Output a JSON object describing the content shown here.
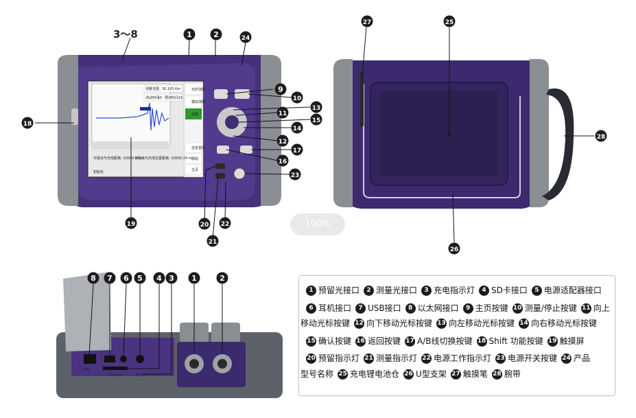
{
  "zoom_badge": "100%",
  "callouts": {
    "c3_8": "3～8",
    "c1": "1",
    "c2": "2",
    "c24": "24",
    "c9": "9",
    "c10": "10",
    "c11": "11",
    "c13": "13",
    "c15": "15",
    "c14": "14",
    "c12": "12",
    "c17": "17",
    "c16": "16",
    "c23": "23",
    "c18": "18",
    "c19": "19",
    "c20": "20",
    "c21": "21",
    "c22": "22",
    "c27": "27",
    "c25": "25",
    "c28": "28",
    "c26": "26",
    "b8": "8",
    "b7": "7",
    "b6": "6",
    "b5": "5",
    "b4": "4",
    "b3": "3",
    "b1": "1",
    "b2": "2"
  },
  "screen": {
    "field1": "测量范围",
    "value1": "30.165 Km",
    "field2": "测试时间",
    "value2": "15",
    "field3": "预测时间",
    "value3": "15",
    "line1": "可疑点与光线距离: 10000.24 m",
    "line2": "可疑点与光线位置距离: 10000.24 m",
    "status": "初始化",
    "side_btn1": "光纤测量",
    "side_btn2": "模拟测量",
    "side_btn3": "设置",
    "side_btn4": "信息查询",
    "side_btn5": "帮助",
    "side_btn6": "主页"
  },
  "panel_labels": {
    "lan": "LAN",
    "sd": "SD Card",
    "dc": "DC IN"
  },
  "legend": [
    [
      {
        "n": "1",
        "t": "预留光接口"
      },
      {
        "n": "2",
        "t": "测量光接口"
      },
      {
        "n": "3",
        "t": "充电指示灯"
      },
      {
        "n": "4",
        "t": "SD卡接口"
      },
      {
        "n": "5",
        "t": "电源适配器接口"
      }
    ],
    [
      {
        "n": "6",
        "t": "耳机接口"
      },
      {
        "n": "7",
        "t": "USB接口"
      },
      {
        "n": "8",
        "t": "以太网接口"
      },
      {
        "n": "9",
        "t": "主页按键"
      },
      {
        "n": "10",
        "t": "测量/停止按键"
      },
      {
        "n": "11",
        "t": "向上"
      }
    ],
    [
      {
        "n": "",
        "t": "移动光标按键"
      },
      {
        "n": "12",
        "t": "向下移动光标按键"
      },
      {
        "n": "13",
        "t": "向左移动光标按键"
      },
      {
        "n": "14",
        "t": "向右移动光标按键"
      }
    ],
    [
      {
        "n": "15",
        "t": "确认按键"
      },
      {
        "n": "16",
        "t": "返回按键"
      },
      {
        "n": "17",
        "t": "A/B线切换按键"
      },
      {
        "n": "18",
        "t": "Shift 功能按键"
      },
      {
        "n": "19",
        "t": "触摸屏"
      }
    ],
    [
      {
        "n": "20",
        "t": "预留指示灯"
      },
      {
        "n": "21",
        "t": "测量指示灯"
      },
      {
        "n": "22",
        "t": "电源工作指示灯"
      },
      {
        "n": "23",
        "t": "电源开关按键"
      },
      {
        "n": "24",
        "t": "产品"
      }
    ],
    [
      {
        "n": "",
        "t": "型号名称"
      },
      {
        "n": "25",
        "t": "充电锂电池仓"
      },
      {
        "n": "26",
        "t": "U型支架"
      },
      {
        "n": "27",
        "t": "触摸笔"
      },
      {
        "n": "28",
        "t": "腕带"
      }
    ]
  ]
}
